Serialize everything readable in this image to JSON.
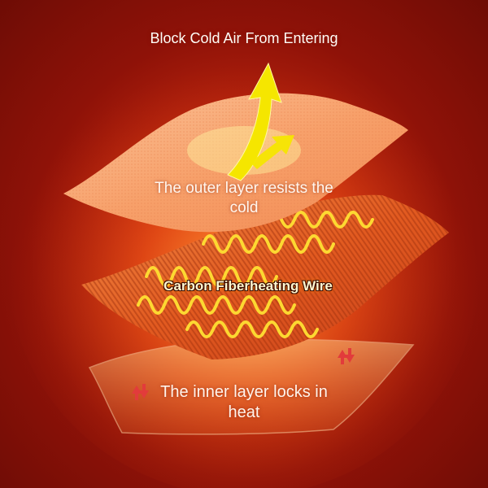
{
  "labels": {
    "headline": "Block Cold Air From Entering",
    "outer_layer": "The outer layer resists the cold",
    "heating_wire": "Carbon Fiberheating Wire",
    "inner_layer": "The inner layer locks in heat"
  },
  "colors": {
    "background": "#a3180a",
    "outer_layer": "#f9a878",
    "heating_layer": "#e0561e",
    "wire": "#ffe033",
    "arrows": "#f5e600",
    "small_arrows": "#e23b3b"
  },
  "icons": [
    "up-arrow-icon",
    "up-down-arrows-icon"
  ]
}
